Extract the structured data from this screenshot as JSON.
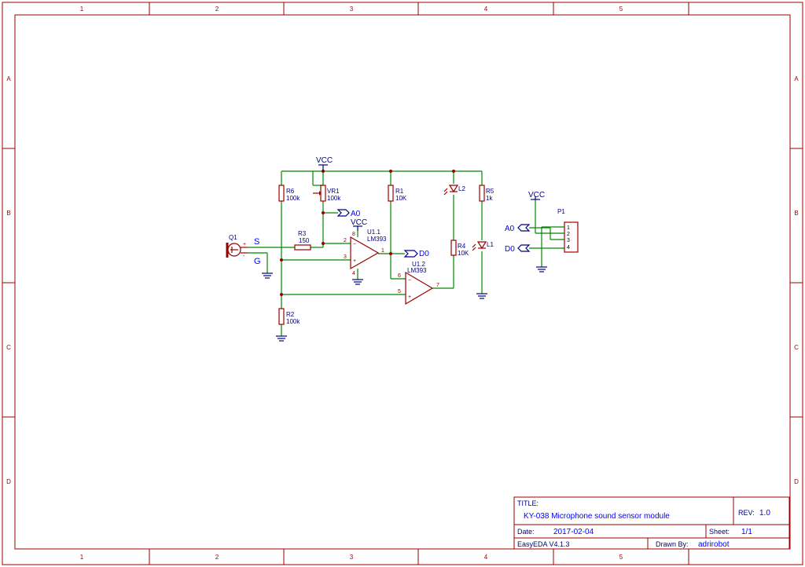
{
  "grid": {
    "columns": [
      "1",
      "2",
      "3",
      "4",
      "5"
    ],
    "rows": [
      "A",
      "B",
      "C",
      "D"
    ]
  },
  "power": {
    "vcc": "VCC"
  },
  "components": {
    "q1": {
      "ref": "Q1",
      "plus": "+",
      "minus": "-"
    },
    "r6": {
      "ref": "R6",
      "value": "100k"
    },
    "vr1": {
      "ref": "VR1",
      "value": "100k"
    },
    "r3": {
      "ref": "R3",
      "value": "150"
    },
    "r2": {
      "ref": "R2",
      "value": "100k"
    },
    "r1": {
      "ref": "R1",
      "value": "10K"
    },
    "r4": {
      "ref": "R4",
      "value": "10K"
    },
    "r5": {
      "ref": "R5",
      "value": "1k"
    },
    "l2": {
      "ref": "L2"
    },
    "l1": {
      "ref": "L1"
    },
    "u11": {
      "ref": "U1.1",
      "value": "LM393",
      "pin_neg": "2",
      "pin_pos": "3",
      "pin_out": "1",
      "pin_vcc": "8",
      "pin_gnd": "4"
    },
    "u12": {
      "ref": "U1.2",
      "value": "LM393",
      "pin_neg": "6",
      "pin_pos": "5",
      "pin_out": "7"
    },
    "p1": {
      "ref": "P1",
      "pins": [
        "1",
        "2",
        "3",
        "4"
      ]
    }
  },
  "nets": {
    "s": "S",
    "g": "G",
    "a0": "A0",
    "d0": "D0"
  },
  "title_block": {
    "title_label": "TITLE:",
    "title": "KY-038 Microphone sound sensor module",
    "rev_label": "REV:",
    "rev": "1.0",
    "date_label": "Date:",
    "date": "2017-02-04",
    "sheet_label": "Sheet:",
    "sheet": "1/1",
    "tool": "EasyEDA V4.1.3",
    "drawn_label": "Drawn By:",
    "drawn_by": "adrirobot"
  },
  "colors": {
    "frame": "#990000",
    "wire": "#008800",
    "component": "#990000",
    "net_label": "#0000ff",
    "ref_label": "#000080"
  }
}
